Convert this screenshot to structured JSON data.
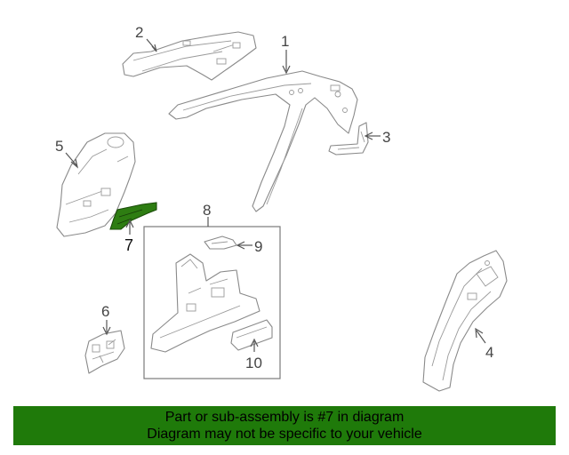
{
  "callouts": {
    "c1": "1",
    "c2": "2",
    "c3": "3",
    "c4": "4",
    "c5": "5",
    "c6": "6",
    "c7": "7",
    "c8": "8",
    "c9": "9",
    "c10": "10"
  },
  "highlighted_part": "7",
  "colors": {
    "banner": "#1f7a0a",
    "highlight": "#2e7d12"
  },
  "banner": {
    "line1": "Part or sub-assembly is #7 in diagram",
    "line2": "Diagram may not be specific to your vehicle"
  }
}
